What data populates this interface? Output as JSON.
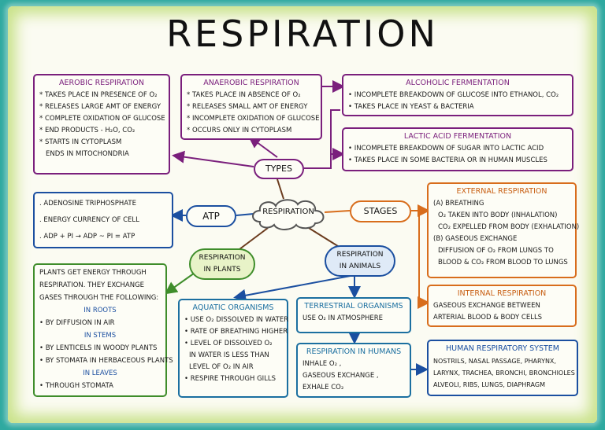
{
  "title": "RESPIRATION",
  "center": "RESPIRATION",
  "types_label": "TYPES",
  "atp_label": "ATP",
  "stages_label": "STAGES",
  "plants_label": [
    "RESPIRATION",
    "IN PLANTS"
  ],
  "animals_label": [
    "RESPIRATION",
    "IN ANIMALS"
  ],
  "aerobic": {
    "heading": "AEROBIC RESPIRATION",
    "lines": [
      "* TAKES PLACE IN PRESENCE OF O₂",
      "* RELEASES LARGE AMT OF ENERGY",
      "* COMPLETE OXIDATION OF GLUCOSE",
      "* END PRODUCTS - H₂O, CO₂",
      "* STARTS IN CYTOPLASM",
      "ENDS IN MITOCHONDRIA"
    ]
  },
  "anaerobic": {
    "heading": "ANAEROBIC RESPIRATION",
    "lines": [
      "* TAKES PLACE IN ABSENCE OF O₂",
      "* RELEASES SMALL AMT OF ENERGY",
      "* INCOMPLETE OXIDATION OF GLUCOSE",
      "* OCCURS ONLY IN CYTOPLASM"
    ]
  },
  "alcoholic": {
    "heading": "ALCOHOLIC FERMENTATION",
    "lines": [
      "• INCOMPLETE BREAKDOWN OF GLUCOSE INTO ETHANOL, CO₂",
      "• TAKES PLACE IN YEAST & BACTERIA"
    ]
  },
  "lactic": {
    "heading": "LACTIC ACID FERMENTATION",
    "lines": [
      "• INCOMPLETE BREAKDOWN OF SUGAR INTO LACTIC ACID",
      "• TAKES PLACE IN SOME BACTERIA OR IN HUMAN MUSCLES"
    ]
  },
  "atp_box": {
    "lines": [
      ". ADENOSINE TRIPHOSPHATE",
      ". ENERGY CURRENCY OF CELL",
      ". ADP + Pi → ADP ~ Pi = ATP"
    ]
  },
  "external": {
    "heading": "EXTERNAL RESPIRATION",
    "lines": [
      "(a) BREATHING",
      "O₂ TAKEN INTO BODY (INHALATION)",
      "CO₂ EXPELLED FROM BODY (EXHALATION)",
      "(b) GASEOUS EXCHANGE",
      "DIFFUSION OF O₂ FROM LUNGS TO",
      "BLOOD & CO₂ FROM BLOOD TO LUNGS"
    ]
  },
  "internal": {
    "heading": "INTERNAL RESPIRATION",
    "lines": [
      "GASEOUS EXCHANGE BETWEEN",
      "ARTERIAL BLOOD & BODY CELLS"
    ]
  },
  "plants_box": {
    "lines": [
      "PLANTS GET ENERGY THROUGH",
      "RESPIRATION. THEY EXCHANGE",
      "GASES THROUGH THE FOLLOWING:",
      "IN ROOTS",
      "• BY DIFFUSION IN AIR",
      "IN STEMS",
      "• BY LENTICELS IN WOODY PLANTS",
      "• BY STOMATA IN HERBACEOUS PLANTS",
      "IN LEAVES",
      "• THROUGH STOMATA"
    ]
  },
  "aquatic": {
    "heading": "AQUATIC ORGANISMS",
    "lines": [
      "• USE O₂ DISSOLVED IN WATER",
      "• RATE OF BREATHING HIGHER",
      "• LEVEL OF DISSOLVED O₂",
      "IN WATER IS LESS THAN",
      "LEVEL OF O₂ IN AIR",
      "• RESPIRE THROUGH GILLS"
    ]
  },
  "terrestrial": {
    "heading": "TERRESTRIAL ORGANISMS",
    "lines": [
      "USE O₂ IN ATMOSPHERE"
    ]
  },
  "humans": {
    "heading": "RESPIRATION IN HUMANS",
    "lines": [
      "INHALE O₂ ,",
      "GASEOUS EXCHANGE ,",
      "EXHALE CO₂"
    ]
  },
  "system": {
    "heading": "HUMAN RESPIRATORY SYSTEM",
    "lines": [
      "NOSTRILS, NASAL PASSAGE, PHARYNX,",
      "LARYNX, TRACHEA, BRONCHI, BRONCHIOLES",
      "ALVEOLI, RIBS, LUNGS, DIAPHRAGM"
    ]
  },
  "colors": {
    "purple": "#7a1f7c",
    "blue": "#1b4fa0",
    "orange": "#d86d1c",
    "green": "#3f8d2b",
    "brown": "#6b3b1e"
  }
}
